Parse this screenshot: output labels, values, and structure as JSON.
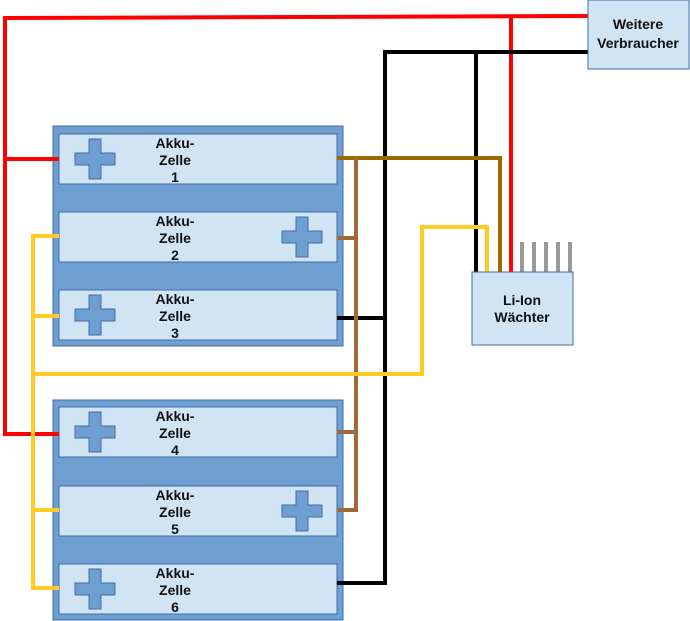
{
  "cells": [
    {
      "line1": "Akku-",
      "line2": "Zelle",
      "number": "1",
      "plus_side": "left"
    },
    {
      "line1": "Akku-",
      "line2": "Zelle",
      "number": "2",
      "plus_side": "right"
    },
    {
      "line1": "Akku-",
      "line2": "Zelle",
      "number": "3",
      "plus_side": "left"
    },
    {
      "line1": "Akku-",
      "line2": "Zelle",
      "number": "4",
      "plus_side": "left"
    },
    {
      "line1": "Akku-",
      "line2": "Zelle",
      "number": "5",
      "plus_side": "right"
    },
    {
      "line1": "Akku-",
      "line2": "Zelle",
      "number": "6",
      "plus_side": "left"
    }
  ],
  "guard": {
    "line1": "Li-Ion",
    "line2": "Wächter"
  },
  "consumer": {
    "line1": "Weitere",
    "line2": "Verbraucher"
  },
  "colors": {
    "red": "#ff0000",
    "black": "#000000",
    "dark_brown": "#9c6a00",
    "brown": "#a0693a",
    "yellow": "#ffcc22",
    "gray": "#999999",
    "pack": "#6f9fd0",
    "cell": "#d0e4f3",
    "border": "#3c6ea8"
  }
}
